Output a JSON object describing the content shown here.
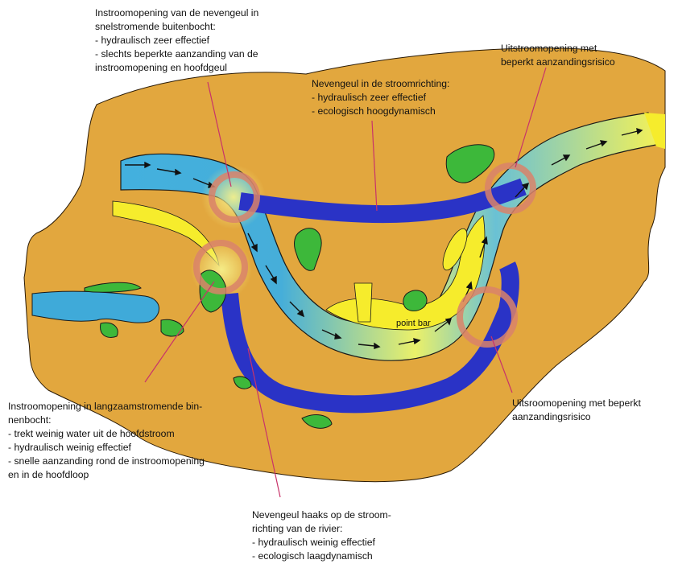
{
  "labels": {
    "inflow_outer_bend": [
      "Instroomopening van de nevengeul in",
      "snelstromende buitenbocht:",
      "- hydraulisch zeer effectief",
      "- slechts beperkte aanzanding van de",
      "instroomopening en hoofdgeul"
    ],
    "outflow_top": [
      "Uitstroomopening met",
      "beperkt aanzandingsrisico"
    ],
    "channel_in_flow_direction": [
      "Nevengeul in de stroomrichting:",
      "- hydraulisch zeer effectief",
      "- ecologisch hoogdynamisch"
    ],
    "inflow_inner_bend": [
      "Instroomopening in langzaamstromende bin-",
      "nenbocht:",
      "- trekt weinig water uit de hoofdstroom",
      "- hydraulisch weinig effectief",
      "- snelle aanzanding rond de instroomopening",
      "en in de hoofdloop"
    ],
    "outflow_bottom": [
      "Uitsroomopening met beperkt",
      "aanzandingsrisico"
    ],
    "channel_perpendicular": [
      "Nevengeul haaks op de stroom-",
      "richting van de rivier:",
      "- hydraulisch weinig effectief",
      "- ecologisch laagdynamisch"
    ],
    "point_bar": "point bar"
  },
  "colors": {
    "floodplain": "#E2A73E",
    "river": "#3FAAD9",
    "sand": "#F6EC2C",
    "side_channel": "#2A33C6",
    "vegetation": "#3DB83A",
    "marker_ring": "#D9826A",
    "leader_line": "#C8336A"
  }
}
